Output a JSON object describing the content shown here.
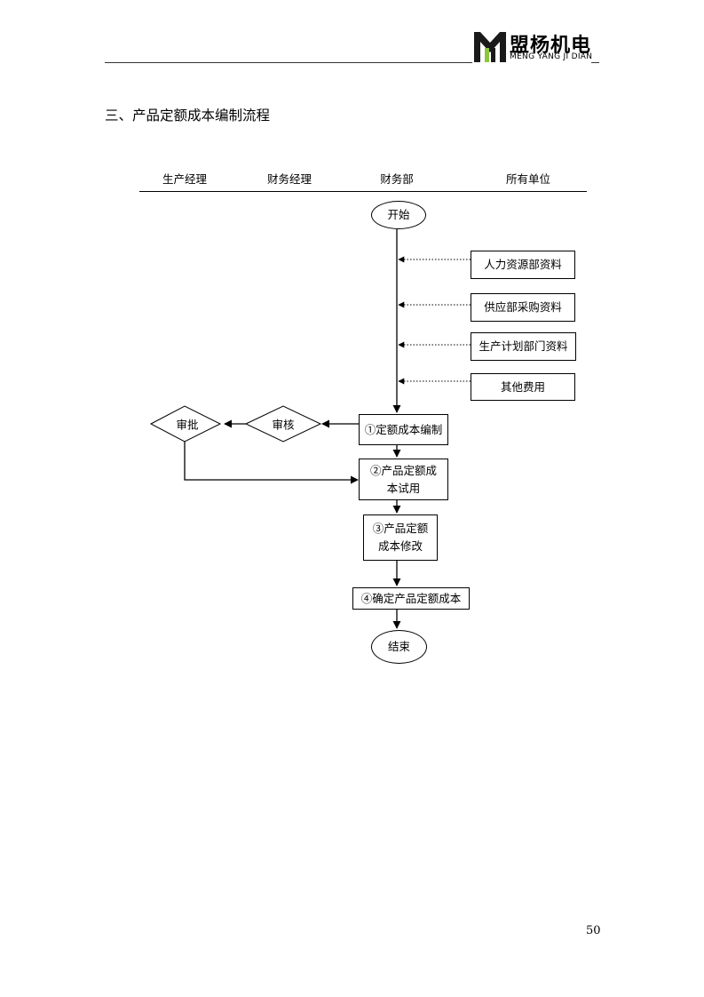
{
  "header": {
    "brand_name": "盟杨机电",
    "brand_sub": "MENG YANG JI DIAN"
  },
  "section_title": "三、产品定额成本编制流程",
  "columns": [
    "生产经理",
    "财务经理",
    "财务部",
    "所有单位"
  ],
  "nodes": {
    "start": "开始",
    "hr_data": "人力资源部资料",
    "supply_data": "供应部采购资料",
    "plan_data": "生产计划部门资料",
    "other_costs": "其他费用",
    "step1": "①定额成本编制",
    "review": "审核",
    "approve": "审批",
    "step2": "②产品定额成\n本试用",
    "step3": "③产品定额\n成本修改",
    "step4": "④确定产品定额成本",
    "end": "结束"
  },
  "page_number": "50"
}
